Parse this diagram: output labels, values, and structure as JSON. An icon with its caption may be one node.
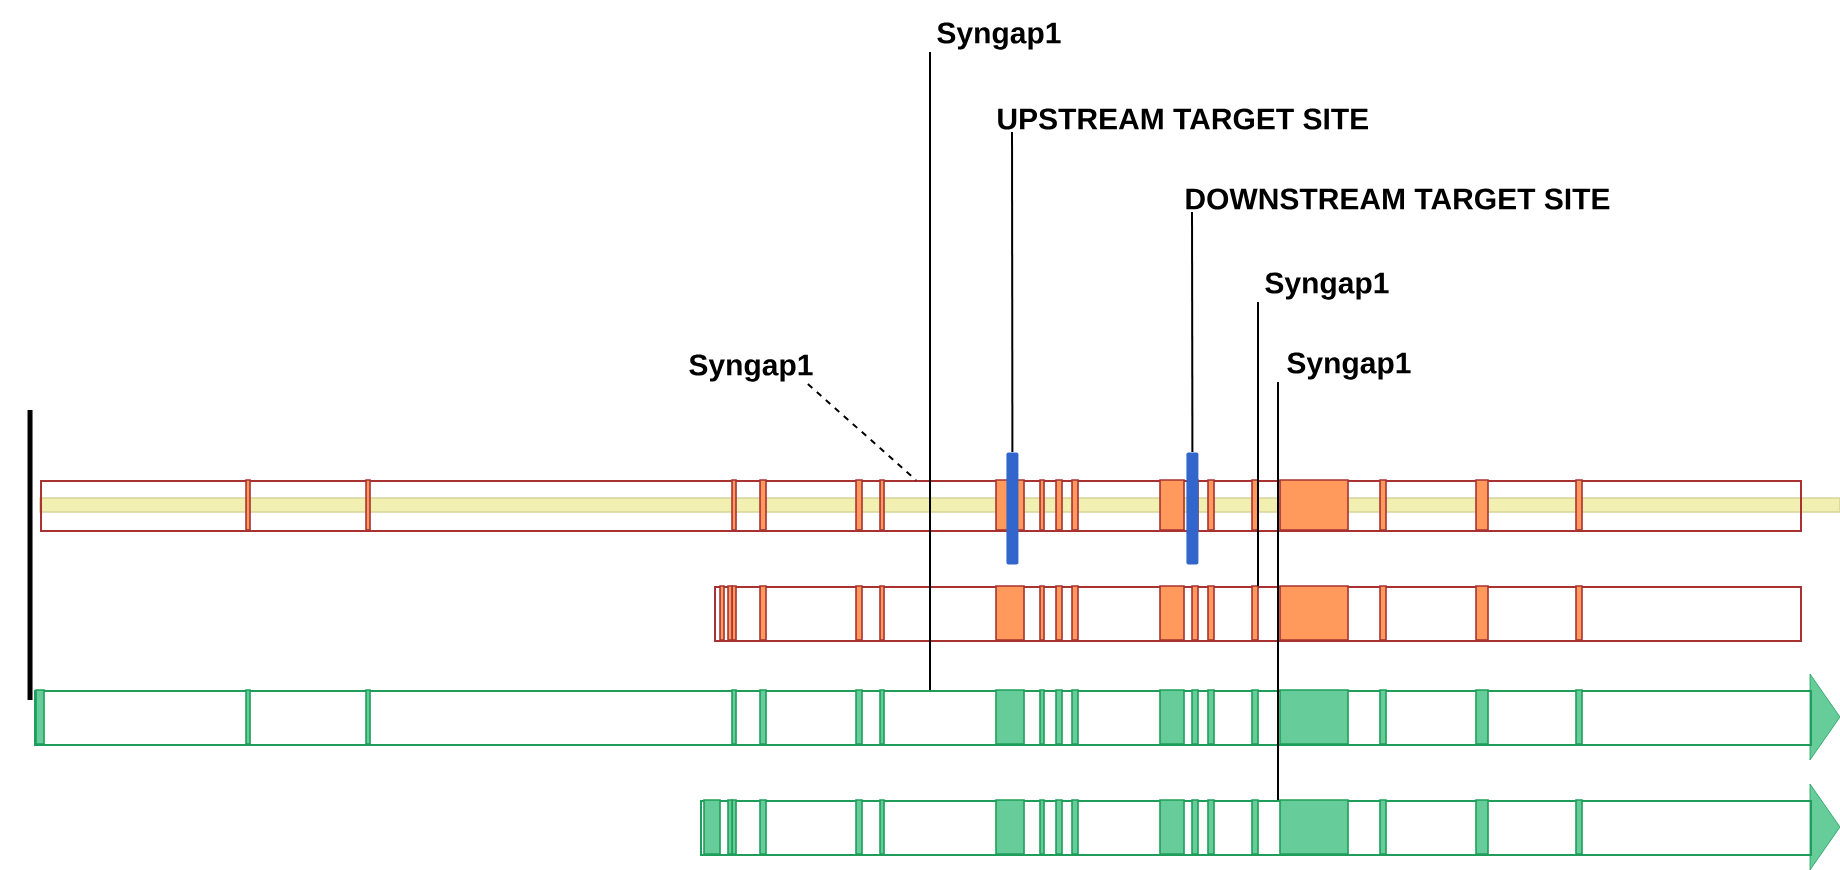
{
  "diagram": {
    "nodes": [
      {
        "text": [
          "Syngap1"
        ]
      },
      {
        "text": [
          "UPSTREAM TARGET SITE"
        ]
      },
      {
        "text": [
          "DOWNSTREAM TARGET SITE"
        ]
      },
      {
        "text": [
          "Syngap1"
        ]
      },
      {
        "text": [
          "Syngap1"
        ]
      },
      {
        "text": [
          "Syngap1"
        ]
      },
      {
        "text": [],
        "shape": "box"
      },
      {
        "text": [],
        "shape": "box"
      },
      {
        "text": [],
        "shape": "arrow"
      },
      {
        "text": [],
        "shape": "arrow"
      },
      {
        "text": [],
        "shape": "bar"
      },
      {
        "text": [],
        "shape": "bar"
      }
    ],
    "edges": [
      {
        "from": 0,
        "to": 8,
        "arrow": "none"
      },
      {
        "from": 1,
        "to": 10,
        "arrow": "none"
      },
      {
        "from": 2,
        "to": 11,
        "arrow": "none"
      },
      {
        "from": 3,
        "to": 7,
        "arrow": "none"
      },
      {
        "from": 4,
        "to": 9,
        "arrow": "none"
      },
      {
        "from": 5,
        "to": 6,
        "arrow": "none",
        "style": "dashed"
      }
    ]
  }
}
